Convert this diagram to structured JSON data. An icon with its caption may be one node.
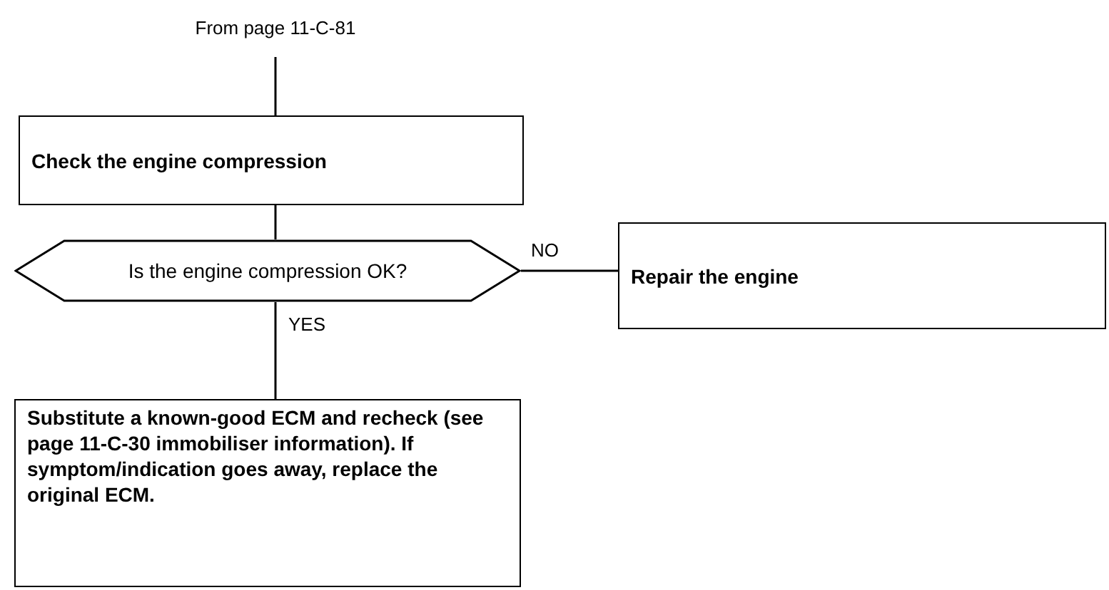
{
  "diagram": {
    "nodes": [
      {
        "text": [
          "From page 11-C-81"
        ]
      },
      {
        "text": [
          "Check the engine compression"
        ]
      },
      {
        "text": [
          "Is the engine compression OK?"
        ]
      },
      {
        "text": [
          "Repair the engine"
        ]
      },
      {
        "text": [
          "Substitute a known-good ECM and recheck (see page 11-C-30 immobiliser information). If symptom/indication goes away, replace the original ECM."
        ]
      }
    ],
    "edges": [
      {
        "from": 0,
        "to": 1,
        "arrow": "none"
      },
      {
        "from": 1,
        "to": 2,
        "arrow": "none"
      },
      {
        "from": 2,
        "to": 3,
        "arrow": "none",
        "label": "NO"
      },
      {
        "from": 2,
        "to": 4,
        "arrow": "none",
        "label": "YES"
      }
    ]
  }
}
